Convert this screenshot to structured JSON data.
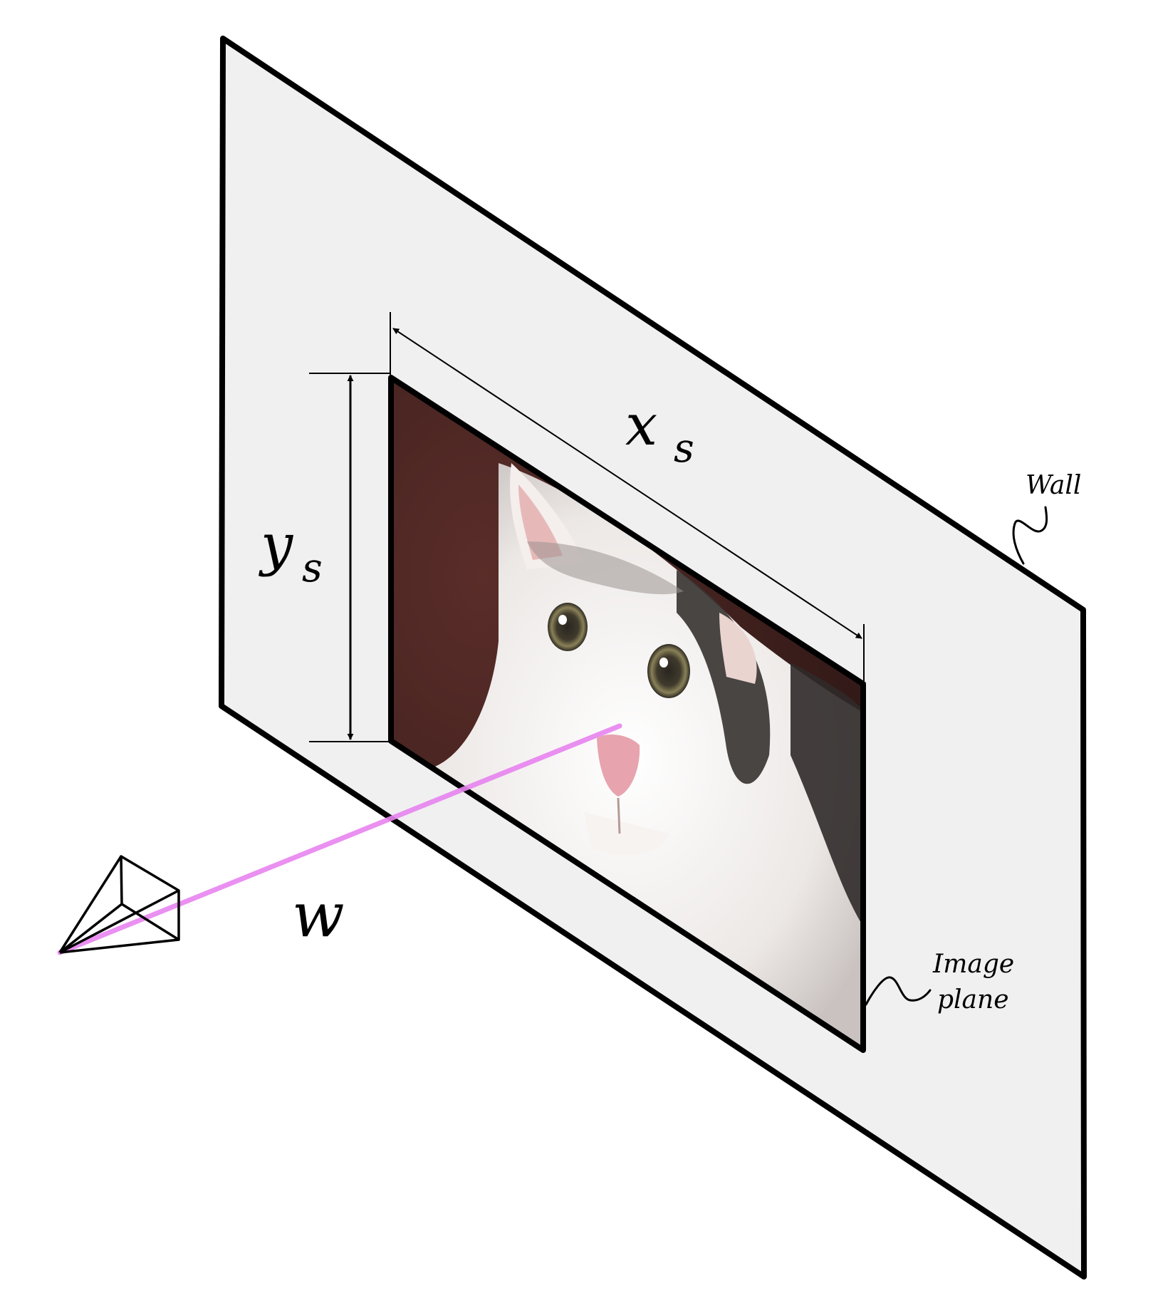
{
  "labels": {
    "x_dim": "x",
    "x_dim_sub": "s",
    "y_dim": "y",
    "y_dim_sub": "s",
    "distance": "w",
    "wall": "Wall",
    "image_plane_line1": "Image",
    "image_plane_line2": "plane"
  },
  "colors": {
    "wall_fill": "#f0f0f0",
    "outline": "#000000",
    "ray": "#e884f0",
    "photo_background": "#3e1f1d"
  },
  "icons": {
    "camera": "camera-frustum-icon",
    "cat_photo": "cat-face-photo"
  }
}
